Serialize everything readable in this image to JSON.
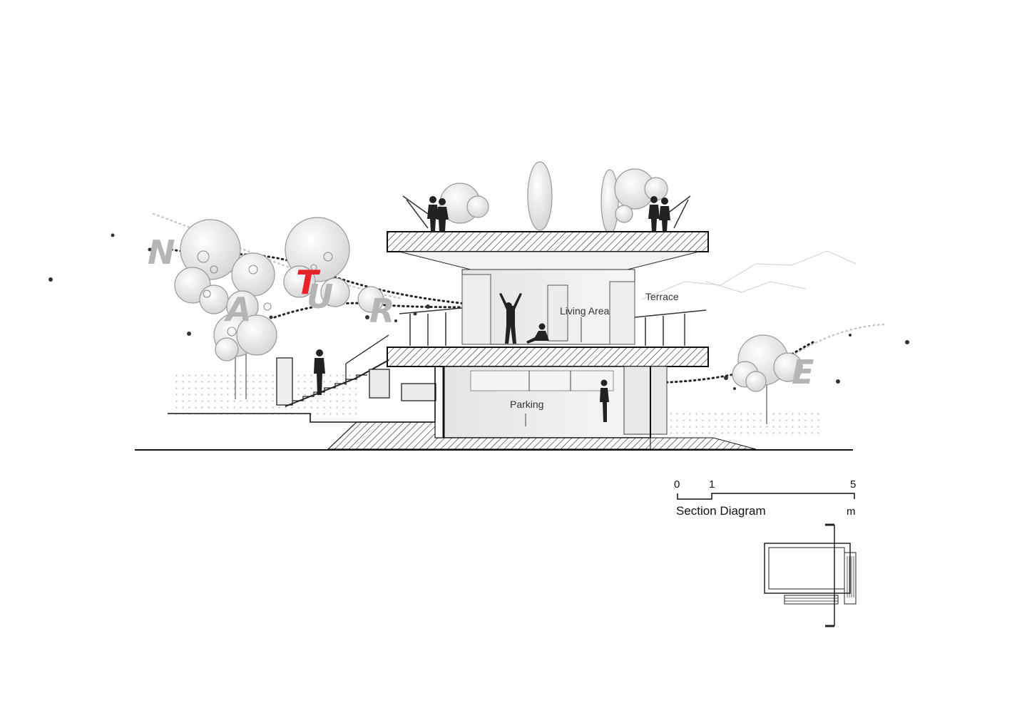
{
  "diagram": {
    "letters": [
      "N",
      "A",
      "T",
      "U",
      "R",
      "E"
    ],
    "accent_letter_index": 2,
    "colors": {
      "accent": "#e8222b",
      "letters": "#b5b5b5",
      "lines": "#111111",
      "trees": "#9a9a9a"
    },
    "labels": {
      "terrace": "Terrace",
      "living": "Living Area",
      "parking": "Parking"
    },
    "scale": {
      "ticks": [
        "0",
        "1",
        "5"
      ],
      "unit": "m"
    },
    "title": "Section Diagram"
  }
}
